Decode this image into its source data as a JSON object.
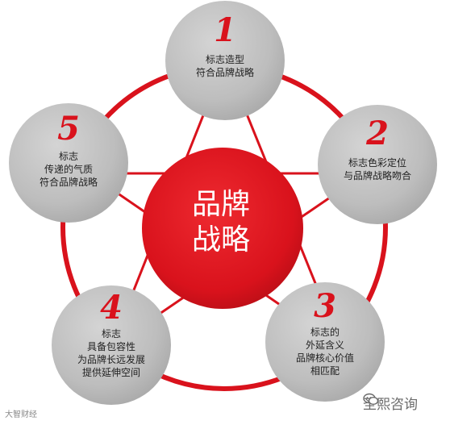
{
  "diagram": {
    "center": {
      "lines": [
        "品牌",
        "战略"
      ]
    },
    "nodes": [
      {
        "number": "1",
        "lines": [
          "标志造型",
          "符合品牌战略"
        ]
      },
      {
        "number": "2",
        "lines": [
          "标志色彩定位",
          "与品牌战略吻合"
        ]
      },
      {
        "number": "3",
        "lines": [
          "标志的",
          "外延含义",
          "品牌核心价值",
          "相匹配"
        ]
      },
      {
        "number": "4",
        "lines": [
          "标志",
          "具备包容性",
          "为品牌长远发展",
          "提供延伸空间"
        ]
      },
      {
        "number": "5",
        "lines": [
          "标志",
          "传递的气质",
          "符合品牌战略"
        ]
      }
    ],
    "colors": {
      "accent": "#d9121c",
      "node_fill": "#bdbdbd",
      "ring": "#d9121c"
    }
  },
  "watermark": {
    "left_text": "大智财经",
    "right_text": "圣熙咨询",
    "right_icon": "wechat-icon"
  }
}
